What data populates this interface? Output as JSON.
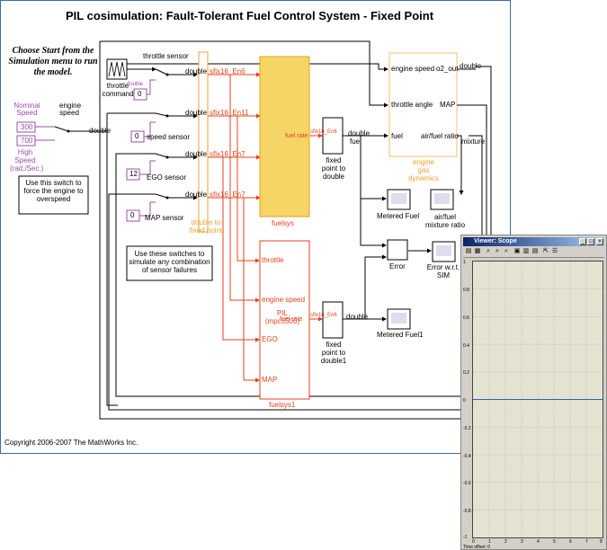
{
  "model": {
    "title": "PIL cosimulation: Fault-Tolerant Fuel Control System - Fixed Point",
    "instructions": "Choose Start from the Simulation menu to run the model.",
    "copyright": "Copyright 2006-2007 The MathWorks Inc.",
    "nominal_speed_label": "Nominal Speed",
    "nominal_speed_value": "300",
    "high_speed_label": "High Speed (rad./Sec.)",
    "high_speed_value": "700",
    "overspeed_note": "Use this switch to force the engine to overspeed",
    "failures_note": "Use these switches to simulate any combination of sensor failures",
    "engine_speed_label": "engine speed",
    "throttle_command_label": "throttle command",
    "throttle_sensor_label": "throttle sensor",
    "speed_sensor_label": "speed sensor",
    "ego_sensor_label": "EGO sensor",
    "map_sensor_label": "MAP sensor",
    "const_zero_1": "0",
    "const_zero_2": "0",
    "const_twelve": "12",
    "const_zero_3": "0",
    "double_label": "double",
    "sig_en6_a": "sfix16_En6",
    "sig_en11": "sfix16_En11",
    "sig_en7": "sfix16_En7",
    "sig_en7_b": "sfix16_En7",
    "sig_en6_out": "sfix16_En6",
    "sig_en6_out2": "sfix16_En6",
    "double_to_fixed_label": "double to fixed point",
    "fuelsys_label": "fuelsys",
    "fuelsys_port_fuel_rate": "fuel rate",
    "fuelsys1_label": "fuelsys1",
    "fuelsys1_ports": [
      "throttle",
      "engine speed",
      "EGO",
      "MAP"
    ],
    "fuelsys1_port_fuel_rate": "fuel rate",
    "fuelsys1_pil_label": "PIL (mpc5500)",
    "fixed_to_double_label": "fixed point to double",
    "fixed_to_double1_label": "fixed point to double1",
    "fuel_label": "fuel",
    "engine_gas_dynamics_label": "engine gas dynamics",
    "egd_ports_in": [
      "engine speed",
      "throttle angle",
      "fuel"
    ],
    "egd_ports_out": [
      "o2_out",
      "MAP",
      "air/fuel ratio"
    ],
    "mixture_label": "mixture",
    "metered_fuel_label": "Metered Fuel",
    "air_fuel_ratio_scope_label": "air/fuel mixture ratio",
    "error_label": "Error",
    "error_sim_label": "Error w.r.t. SIM",
    "metered_fuel1_label": "Metered Fuel1"
  },
  "scope": {
    "window_title": "Viewer: Scope",
    "minimize": "_",
    "maximize": "□",
    "close": "×",
    "y_ticks": [
      "1",
      "0.8",
      "0.6",
      "0.4",
      "0.2",
      "0",
      "-0.2",
      "-0.4",
      "-0.6",
      "-0.8",
      "-1"
    ],
    "x_ticks": [
      "0",
      "1",
      "2",
      "3",
      "4",
      "5",
      "6",
      "7",
      "8"
    ],
    "time_offset": "Time offset:  0"
  }
}
